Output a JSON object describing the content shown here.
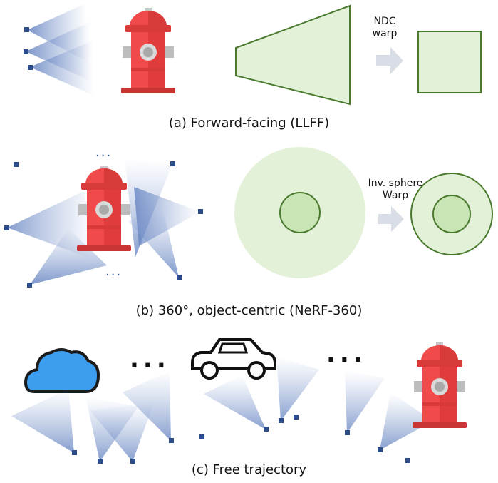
{
  "captions": {
    "a": "(a) Forward-facing (LLFF)",
    "b": "(b) 360°, object-centric (NeRF-360)",
    "c": "(c) Free trajectory"
  },
  "warp_labels": {
    "ndc_line1": "NDC",
    "ndc_line2": "warp",
    "sphere_line1": "Inv. sphere",
    "sphere_line2": "Warp"
  },
  "ellipses": {
    "small": "...",
    "large": "..."
  },
  "icons": {
    "hydrant": "fire-hydrant-icon",
    "cloud": "cloud-icon",
    "car": "car-icon",
    "camera": "camera-frustum-icon",
    "arrow": "right-arrow-icon"
  },
  "colors": {
    "hydrant_red": "#f04a4a",
    "hydrant_dark": "#d83a3a",
    "hydrant_base": "#c93434",
    "frustum_blue": "#7e97c9",
    "camera_dot": "#2c4c8a",
    "volume_fill": "#e3f1d9",
    "volume_stroke": "#4a7a2e",
    "inner_fill": "#c9e5b5",
    "arrow_grey": "#d9dde5",
    "cloud_blue": "#3d9ef0"
  }
}
